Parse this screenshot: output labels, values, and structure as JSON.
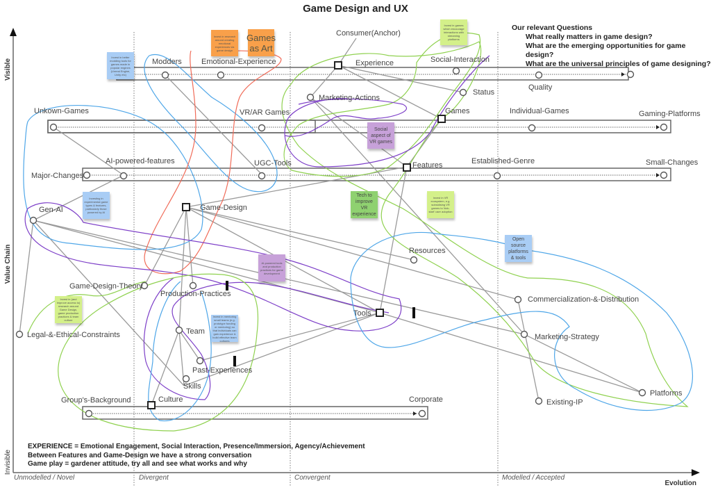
{
  "title": "Game Design and UX",
  "questions": {
    "heading": "Our relevant Questions",
    "items": [
      "What really matters in game design?",
      "What are the emerging opportunities for game design?",
      "What are the universal principles of game designing?"
    ]
  },
  "notes": [
    "EXPERIENCE = Emotional Engagement, Social Interaction, Presence/Immersion, Agency/Achievement",
    "Between Features and Game-Design we have a strong conversation",
    "Game play = gardener attitude, try all and see what works and why"
  ],
  "axes": {
    "y_label": "Value Chain",
    "y_top": "Visible",
    "y_bottom": "Invisible",
    "x_label": "Evolution",
    "stages": [
      "Unmodelled / Novel",
      "Divergent",
      "Convergent",
      "Modelled / Accepted"
    ]
  },
  "components": {
    "consumer": "Consumer(Anchor)",
    "experience": "Experience",
    "modders": "Modders",
    "emotional_experience": "Emotional-Experience",
    "social_interaction": "Social-Interaction",
    "quality": "Quality",
    "status": "Status",
    "marketing_actions": "Marketing-Actions",
    "games": "Games",
    "unknown_games": "Unkown-Games",
    "vr_ar_games": "VR/AR Games",
    "individual_games": "Individual-Games",
    "gaming_platforms": "Gaming-Platforms",
    "ai_powered_features": "AI-powered-features",
    "ugc_tools": "UGC-Tools",
    "features": "Features",
    "established_genre": "Established-Genre",
    "major_changes": "Major-Changes",
    "small_changes": "Small-Changes",
    "gen_ai": "Gen-AI",
    "game_design": "Game-Design",
    "resources": "Resources",
    "game_design_theory": "Game-Design-Theory",
    "production_practices": "Production-Practices",
    "commercialization": "Commercialization-&-Distribution",
    "tools": "Tools",
    "legal": "Legal-&-Ethical-Constraints",
    "team": "Team",
    "marketing_strategy": "Marketing-Strategy",
    "past_experiences": "Past-Experiences",
    "skills": "Skills",
    "groups_background": "Group's-Background",
    "culture": "Culture",
    "corporate": "Corporate",
    "existing_ip": "Existing-IP",
    "platforms": "Platforms"
  },
  "stickies": {
    "modding_tools": "Invest in better modding tools for games made in popular engines (Unreal Engine, Unity etc)",
    "emotional_research": "Invest in research around creating emotional experiences via game design",
    "games_as_art": "Games as Art",
    "social_games": "Invest in games which encourage interactions with streaming platforms",
    "social_vr": "Social aspect of VR games",
    "experimental": "Investing in experimental game types & features, particularly those powered by AI",
    "tech_vr": "Tech to improve VR experience",
    "vr_ecosystem": "Invest in VR ecosystem, e.g. subsidising VR games to 'kick-start' user adoption",
    "ai_tools": "AI-powered tools and production practices for game development",
    "open_source": "Open source platforms & tools",
    "research_access": "Invest in (and improve access to) research around Game Design, game production practices & team culture",
    "mentoring": "Invest in mentoring small teams (e.g. prototype funding or mentoring) so that individuals can gain experience & build effective team cultures"
  },
  "colors": {
    "axis": "#555555",
    "link": "#999999",
    "sticky_blue": "#a9cdf5",
    "sticky_orange": "#f9a04a",
    "sticky_yellow_green": "#d4f08a",
    "sticky_green": "#8fd170",
    "sticky_purple": "#c7a1d9",
    "ink_blue": "#4ea6e8",
    "ink_red": "#f06b58",
    "ink_green": "#8fd14f",
    "ink_purple": "#7d3fc8"
  }
}
